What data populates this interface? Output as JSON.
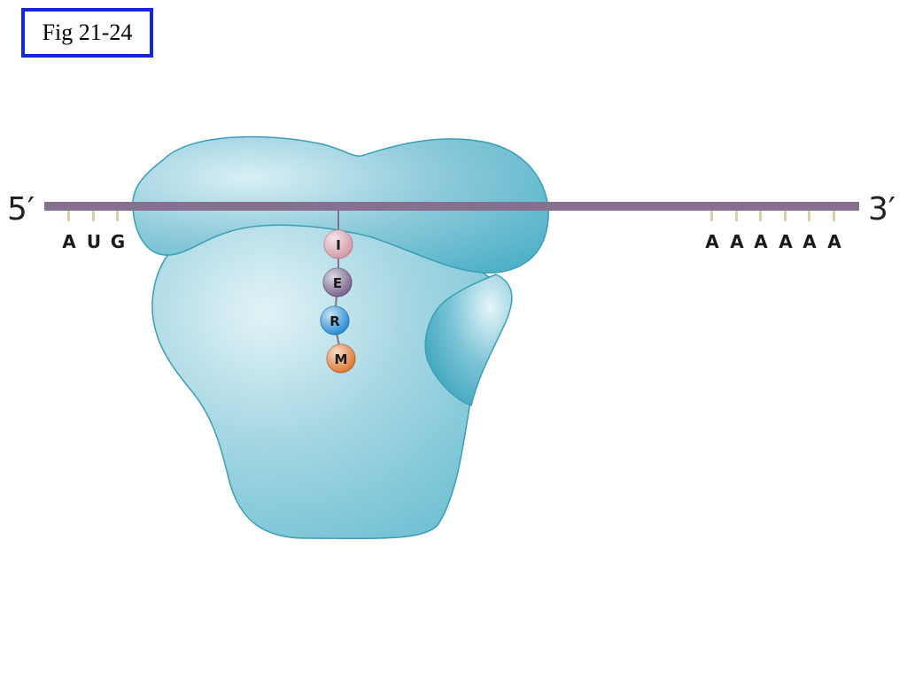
{
  "figure": {
    "label": "Fig 21-24"
  },
  "mrna": {
    "five_prime": "5′",
    "three_prime": "3′",
    "start_codon": [
      "A",
      "U",
      "G"
    ],
    "poly_a_tail": [
      "A",
      "A",
      "A",
      "A",
      "A",
      "A"
    ],
    "color": "#85708f"
  },
  "peptide_chain": [
    {
      "letter": "I",
      "color": "#d49aa8"
    },
    {
      "letter": "E",
      "color": "#7a6690"
    },
    {
      "letter": "R",
      "color": "#2a8fd4"
    },
    {
      "letter": "M",
      "color": "#de7a35"
    }
  ],
  "colors": {
    "large_subunit": "#9fd3e0",
    "small_subunit": "#5fb7cc",
    "outline": "#3a9fb6",
    "figure_box": "#1428d8",
    "base_tick": "#d8d0a8"
  }
}
